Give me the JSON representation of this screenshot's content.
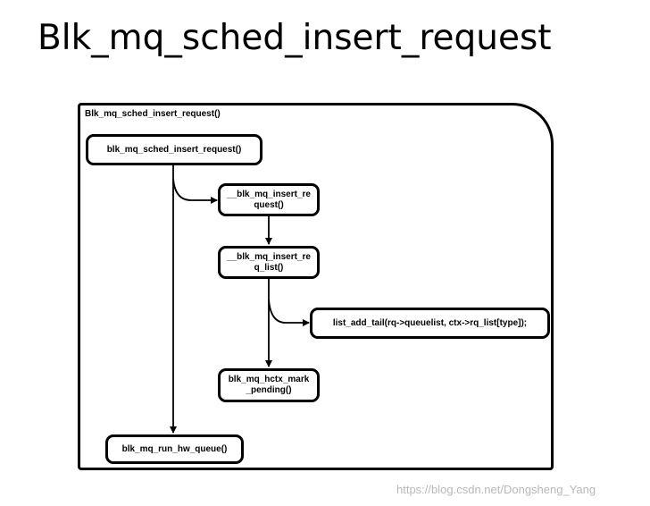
{
  "title": "Blk_mq_sched_insert_request",
  "diagram": {
    "frame_label": "Blk_mq_sched_insert_request()",
    "nodes": {
      "sched_insert": "blk_mq_sched_insert_request()",
      "insert_request": "__blk_mq_insert_re quest()",
      "insert_rq_list": "__blk_mq_insert_re q_list()",
      "list_add_tail": "list_add_tail(rq->queuelist, ctx->rq_list[type]);",
      "hctx_mark_pending": "blk_mq_hctx_mark _pending()",
      "run_hw_queue": "blk_mq_run_hw_queue()"
    }
  },
  "watermark": "https://blog.csdn.net/Dongsheng_Yang"
}
